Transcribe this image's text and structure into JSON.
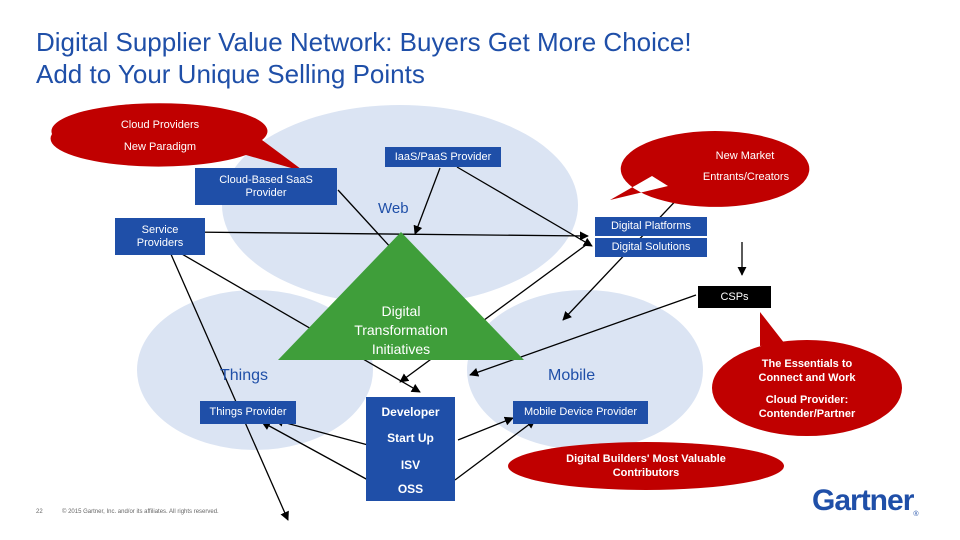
{
  "title": {
    "line1": "Digital Supplier Value Network: Buyers Get More Choice!",
    "line2": "Add to Your Unique Selling Points"
  },
  "bubbles": {
    "cloud_providers": "Cloud Providers",
    "new_paradigm": "New Paradigm",
    "new_market": "New Market",
    "entrants_creators": "Entrants/Creators",
    "essentials": "The Essentials to Connect and Work",
    "cloud_provider_partner": "Cloud Provider: Contender/Partner",
    "digital_builders": "Digital Builders' Most Valuable Contributors"
  },
  "circles": {
    "web": "Web",
    "things": "Things",
    "mobile": "Mobile"
  },
  "triangle": {
    "line1": "Digital",
    "line2": "Transformation",
    "line3": "Initiatives"
  },
  "boxes": {
    "iaas_paas": "IaaS/PaaS Provider",
    "cloud_saas_line1": "Cloud-Based SaaS",
    "cloud_saas_line2": "Provider",
    "service_providers_line1": "Service",
    "service_providers_line2": "Providers",
    "digital_platforms": "Digital Platforms",
    "digital_solutions": "Digital Solutions",
    "csps": "CSPs",
    "things_provider": "Things Provider",
    "mobile_device_provider": "Mobile Device Provider",
    "developer": "Developer",
    "start_up": "Start Up",
    "isv": "ISV",
    "oss": "OSS"
  },
  "footer": {
    "page_number": "22",
    "copyright": "© 2015 Gartner, Inc. and/or its affiliates. All rights reserved."
  },
  "logo": {
    "text": "Gartner",
    "mark": "®"
  },
  "colors": {
    "title_blue": "#1f4fa8",
    "bubble_red": "#c00000",
    "circle_fill": "#dbe4f3",
    "triangle_green": "#3f9e3a",
    "box_blue": "#1f4fa8",
    "box_black": "#000000"
  }
}
